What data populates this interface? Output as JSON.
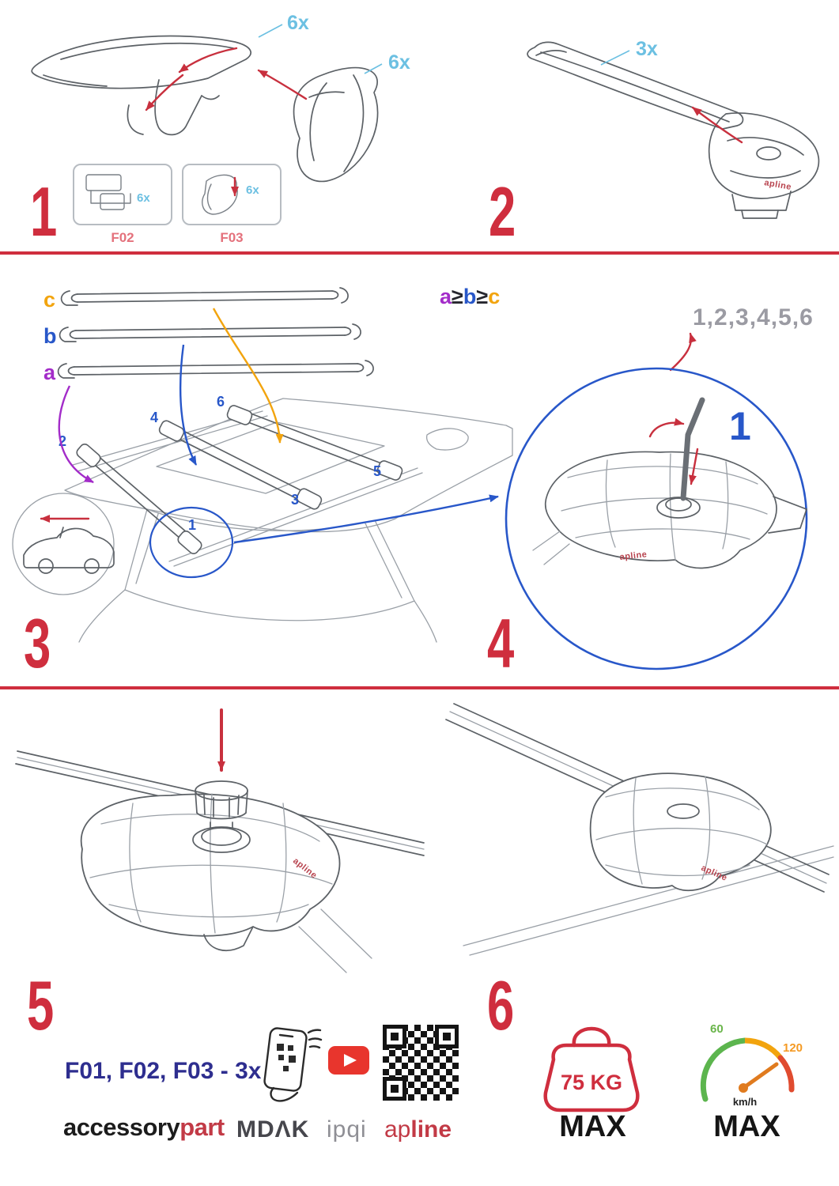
{
  "steps": {
    "s1": {
      "number": "1",
      "cap_qty": "6x",
      "cover_qty": "6x",
      "insets": [
        {
          "label": "F02",
          "qty": "6x"
        },
        {
          "label": "F03",
          "qty": "6x"
        }
      ]
    },
    "s2": {
      "number": "2",
      "qty": "3x",
      "foot_logo": "apline"
    },
    "s3": {
      "number": "3",
      "bar_a": "a",
      "bar_b": "b",
      "bar_c": "c",
      "rule_a": "a",
      "rule_ge1": "≥",
      "rule_b": "b",
      "rule_ge2": "≥",
      "rule_c": "c",
      "pos1": "1",
      "pos2": "2",
      "pos3": "3",
      "pos4": "4",
      "pos5": "5",
      "pos6": "6"
    },
    "s4": {
      "number": "4",
      "sequence": "1,2,3,4,5,6",
      "first": "1",
      "foot_logo": "apline"
    },
    "s5": {
      "number": "5",
      "foot_logo": "apline"
    },
    "s6": {
      "number": "6",
      "foot_logo": "apline"
    }
  },
  "limits": {
    "weight": "75 KG",
    "weight_max": "MAX",
    "speed_low": "60",
    "speed_high": "120",
    "speed_unit": "km/h",
    "speed_max": "MAX"
  },
  "footer": {
    "parts_note": "F01, F02, F03 - 3x",
    "brand_accessory": "accessory",
    "brand_part": "part",
    "brand_mdak": "MDΛK",
    "brand_ipqi": "ipqi",
    "brand_apline_a": "ap",
    "brand_apline_b": "line"
  }
}
